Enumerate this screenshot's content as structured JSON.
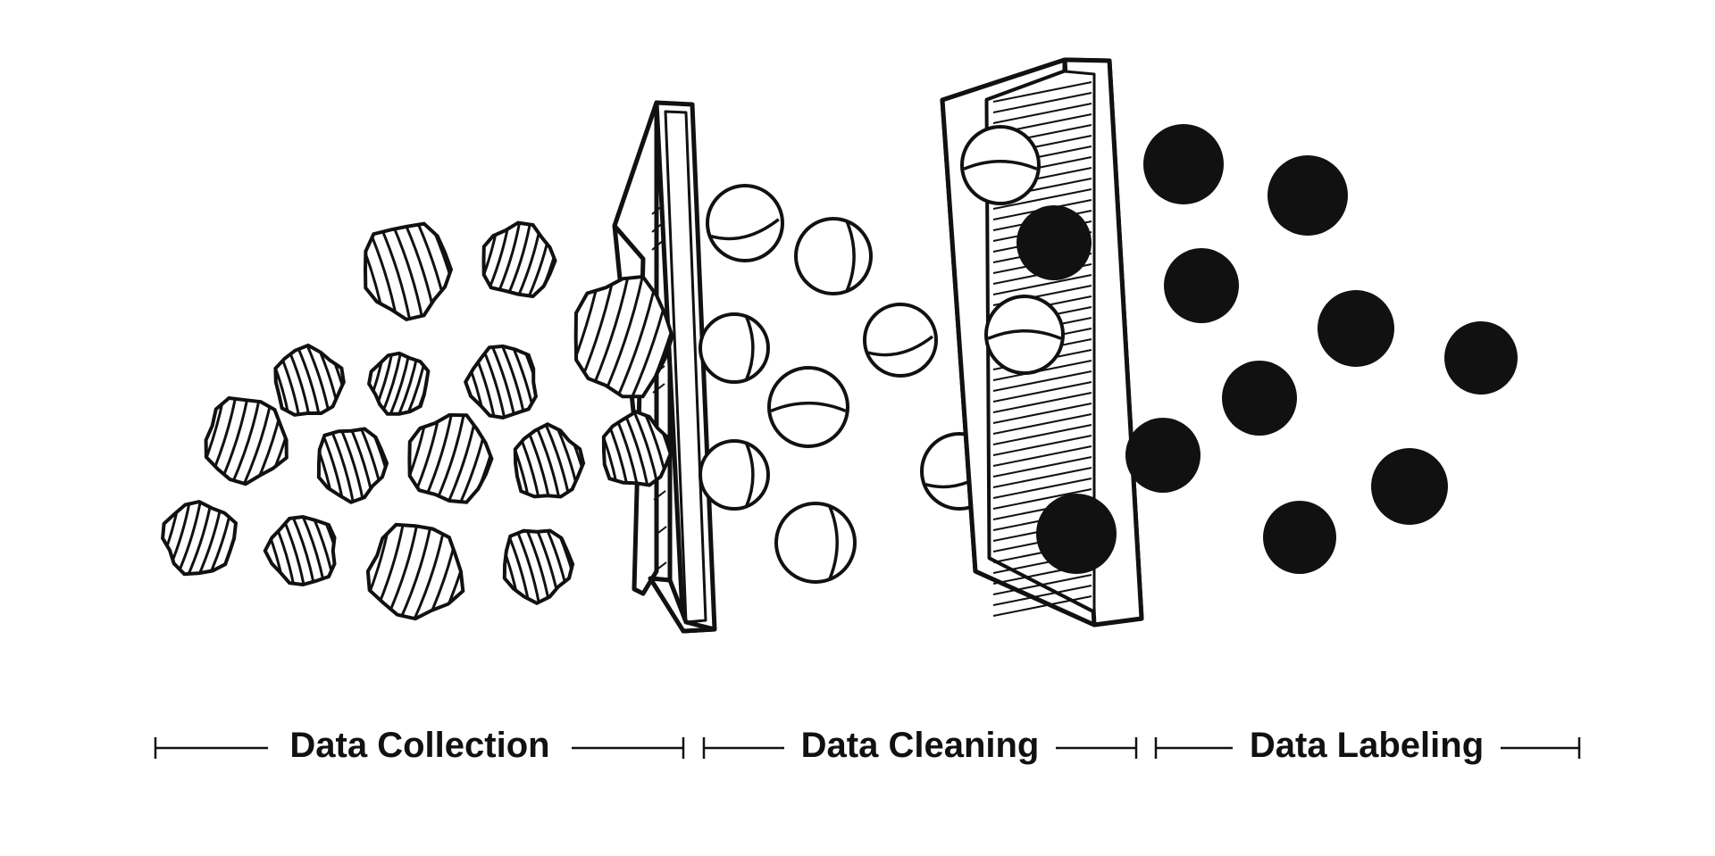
{
  "stages": [
    {
      "label": "Data Collection"
    },
    {
      "label": "Data Cleaning"
    },
    {
      "label": "Data Labeling"
    }
  ],
  "colors": {
    "ink": "#111111",
    "paper": "#ffffff"
  }
}
